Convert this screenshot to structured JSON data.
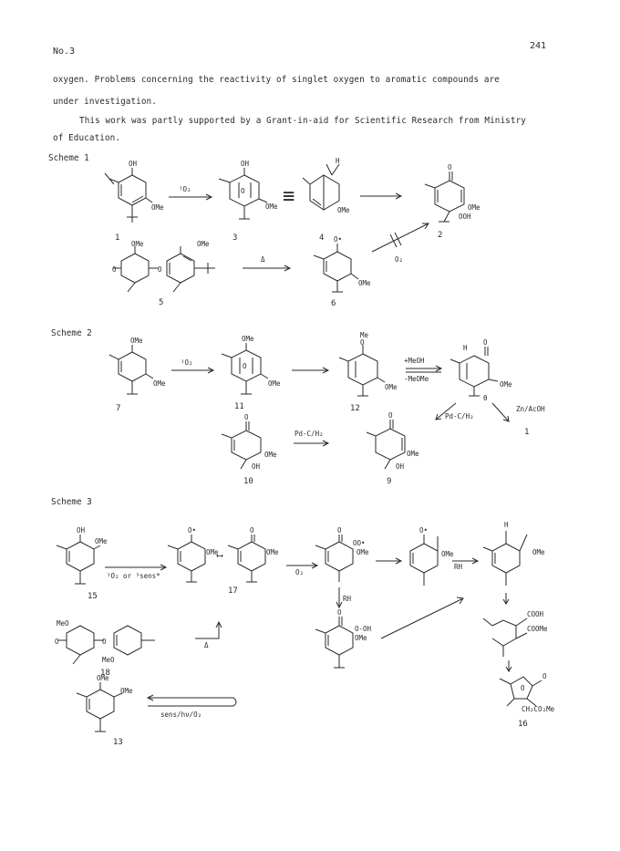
{
  "header": {
    "journal": "No.3",
    "page_number": "241"
  },
  "body_text": {
    "line1": "oxygen.  Problems concerning the reactivity of singlet oxygen to aromatic compounds are",
    "line2": "under investigation.",
    "line3": "This work was partly supported by a Grant-in-aid for Scientific Research from Ministry",
    "line4": "of Education."
  },
  "schemes": {
    "s1": {
      "label": "Scheme 1",
      "arrow_1o2": "¹O₂",
      "equiv": "≡",
      "heat": "Δ",
      "o2": "O₂",
      "cmpd_1": "1",
      "cmpd_2": "2",
      "cmpd_3": "3",
      "cmpd_4": "4",
      "cmpd_5": "5",
      "cmpd_6": "6",
      "oh": "OH",
      "ome": "OMe",
      "ooh": "OOH",
      "o": "O",
      "o_rad": "O•",
      "h": "H"
    },
    "s2": {
      "label": "Scheme 2",
      "arrow_1o2": "¹O₂",
      "meoh_add": "+MeOH",
      "meome_rem": "-MeOMe",
      "pdc_h2": "Pd-C/H₂",
      "pdc_h2_b": "Pd-C/H₂",
      "zn_acoh": "Zn/AcOH",
      "heat": "θ",
      "cmpd_7": "7",
      "cmpd_11": "11",
      "cmpd_12": "12",
      "cmpd_10": "10",
      "cmpd_9": "9",
      "cmpd_1": "1",
      "ome": "OMe",
      "oh": "OH",
      "me": "Me",
      "o": "O",
      "h": "H"
    },
    "s3": {
      "label": "Scheme 3",
      "cond_1": "¹O₂ or ³sens*",
      "o2": "O₂",
      "rh": "RH",
      "rh2": "RH",
      "heat": "Δ",
      "sens": "sens/hν/O₂",
      "cmpd_15": "15",
      "cmpd_17": "17",
      "cmpd_18": "18",
      "cmpd_13": "13",
      "cmpd_16": "16",
      "oh": "OH",
      "ome": "OMe",
      "meo": "MeO",
      "o": "O",
      "o_rad": "O•",
      "oo_rad": "OO•",
      "o_ooh": "O-OH",
      "cooh": "COOH",
      "coome": "COOMe",
      "ch2co2me": "CH₂CO₂Me",
      "h": "H"
    }
  }
}
